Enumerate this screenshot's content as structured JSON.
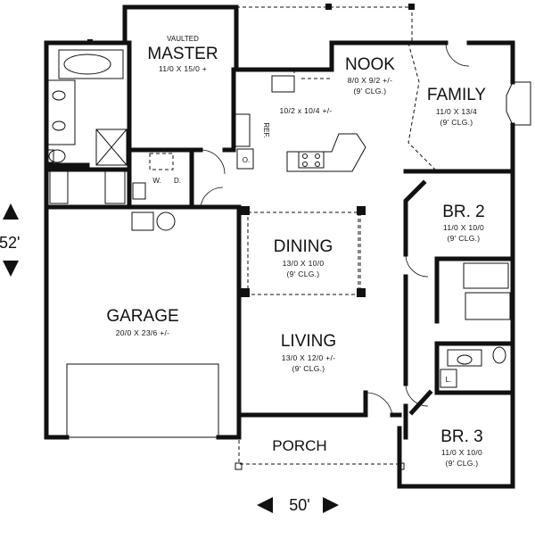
{
  "rooms": {
    "master": {
      "note": "VAULTED",
      "name": "MASTER",
      "size": "11/0 X 15/0 +"
    },
    "nook": {
      "name": "NOOK",
      "size": "8/0 X 9/2 +/-",
      "ceiling": "(9' CLG.)"
    },
    "family": {
      "name": "FAMILY",
      "size": "11/0 X 13/4",
      "ceiling": "(9' CLG.)"
    },
    "kitchen": {
      "size": "10/2 x 10/4 +/-"
    },
    "br2": {
      "name": "BR. 2",
      "size": "11/0 X 10/0",
      "ceiling": "(9' CLG.)"
    },
    "br3": {
      "name": "BR. 3",
      "size": "11/0 X 10/0",
      "ceiling": "(9' CLG.)"
    },
    "dining": {
      "name": "DINING",
      "size": "13/0 X 10/0",
      "ceiling": "(9' CLG.)"
    },
    "living": {
      "name": "LIVING",
      "size": "13/0 X 12/0 +/-",
      "ceiling": "(9' CLG.)"
    },
    "garage": {
      "name": "GARAGE",
      "size": "20/0 X 23/6 +/-"
    },
    "porch": {
      "name": "PORCH"
    }
  },
  "fixtures": {
    "ref": "REF.",
    "oven": "O.",
    "washer": "W.",
    "dryer": "D.",
    "linen": "L."
  },
  "dimensions": {
    "depth": "52'",
    "width": "50'"
  }
}
